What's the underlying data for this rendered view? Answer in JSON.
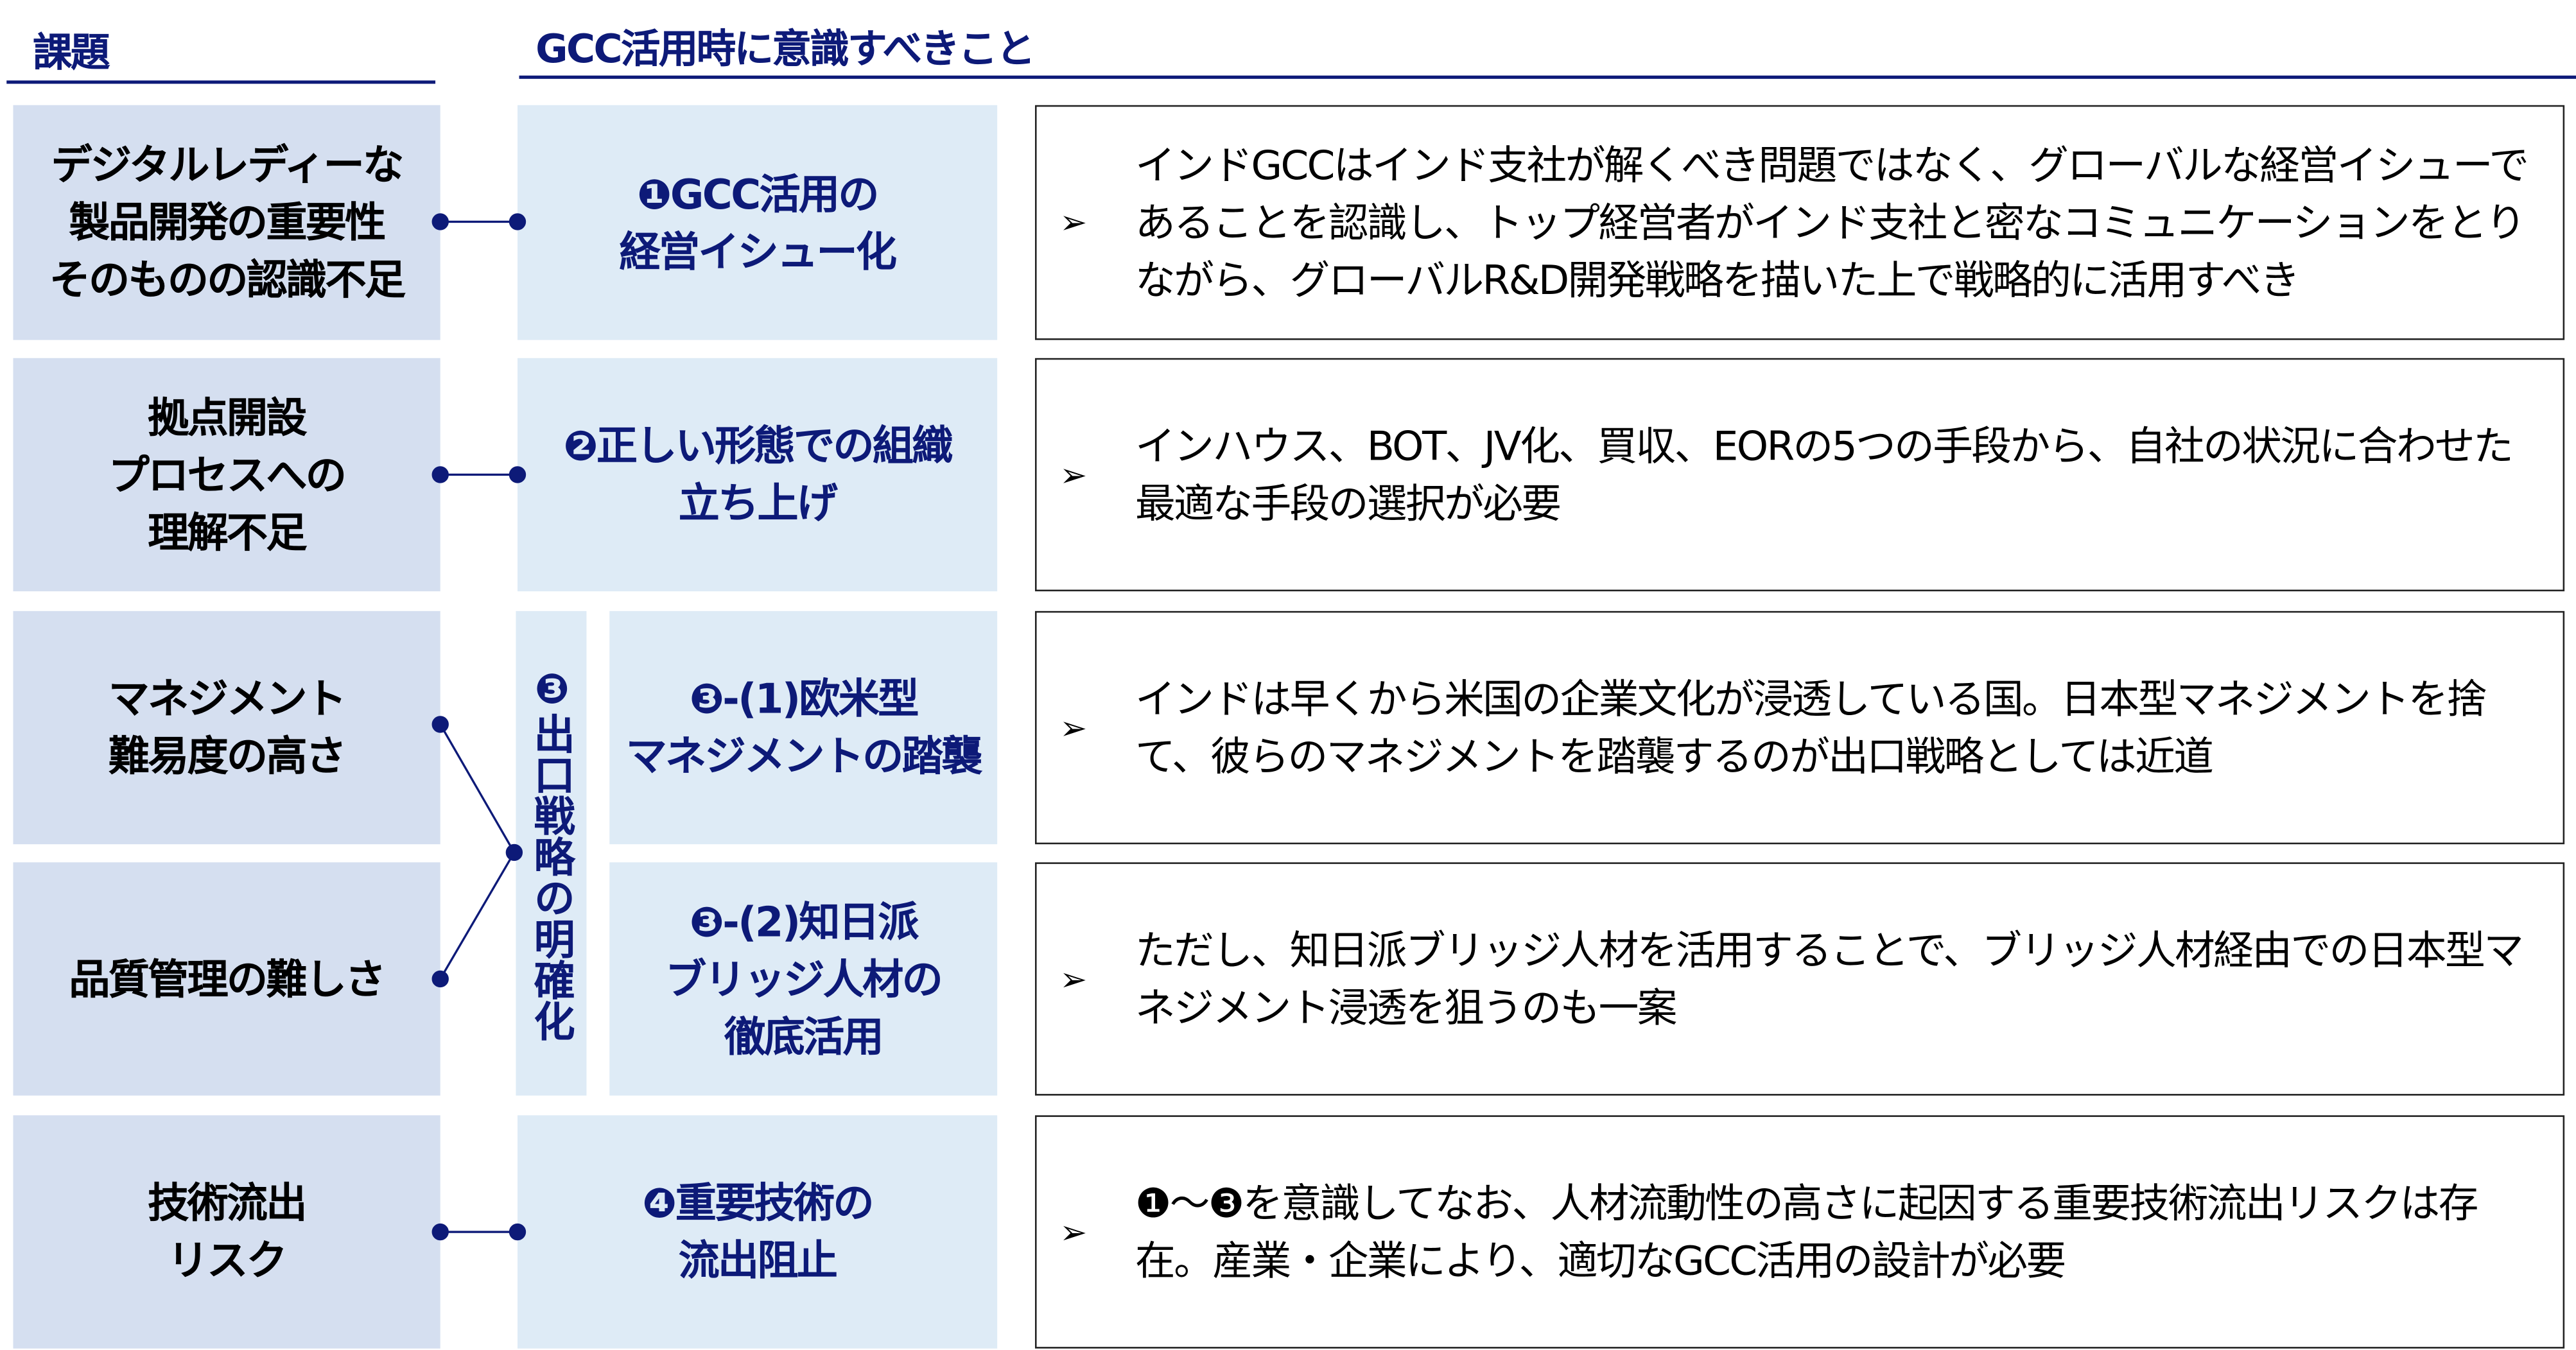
{
  "headers": {
    "issues": "課題",
    "considerations": "GCC活用時に意識すべきこと"
  },
  "rows": [
    {
      "issue": "デジタルレディーな製品開発の重要性そのものの認識不足",
      "issue_lines": [
        "デジタルレディーな",
        "製品開発の重要性",
        "そのものの認識不足"
      ],
      "point_lines": [
        "❶GCC活用の",
        "経営イシュー化"
      ],
      "detail": "インドGCCはインド支社が解くべき問題ではなく、グローバルな経営イシューであることを認識し、トップ経営者がインド支社と密なコミュニケーションをとりながら、グローバルR&D開発戦略を描いた上で戦略的に活用すべき"
    },
    {
      "issue_lines": [
        "拠点開設",
        "プロセスへの",
        "理解不足"
      ],
      "point_lines": [
        "❷正しい形態での組織",
        "立ち上げ"
      ],
      "detail": "インハウス、BOT、JV化、買収、EORの5つの手段から、自社の状況に合わせた最適な手段の選択が必要"
    },
    {
      "issue_lines": [
        "マネジメント",
        "難易度の高さ"
      ],
      "point_lines": [
        "❸-(1)欧米型",
        "マネジメントの踏襲"
      ],
      "detail": "インドは早くから米国の企業文化が浸透している国。日本型マネジメントを捨て、彼らのマネジメントを踏襲するのが出口戦略としては近道"
    },
    {
      "issue_lines": [
        "品質管理の難しさ"
      ],
      "point_lines": [
        "❸-(2)知日派",
        "ブリッジ人材の",
        "徹底活用"
      ],
      "detail": "ただし、知日派ブリッジ人材を活用することで、ブリッジ人材経由での日本型マネジメント浸透を狙うのも一案"
    },
    {
      "issue_lines": [
        "技術流出",
        "リスク"
      ],
      "point_lines": [
        "❹重要技術の",
        "流出阻止"
      ],
      "detail": "❶〜❸を意識してなお、人材流動性の高さに起因する重要技術流出リスクは存在。産業・企業により、適切なGCC活用の設計が必要"
    }
  ],
  "group3_label": "❸出口戦略の明確化",
  "bullet": "➢",
  "colors": {
    "navy": "#0d1a78",
    "issue_bg": "#d5dff0",
    "point_bg": "#deebf6"
  }
}
